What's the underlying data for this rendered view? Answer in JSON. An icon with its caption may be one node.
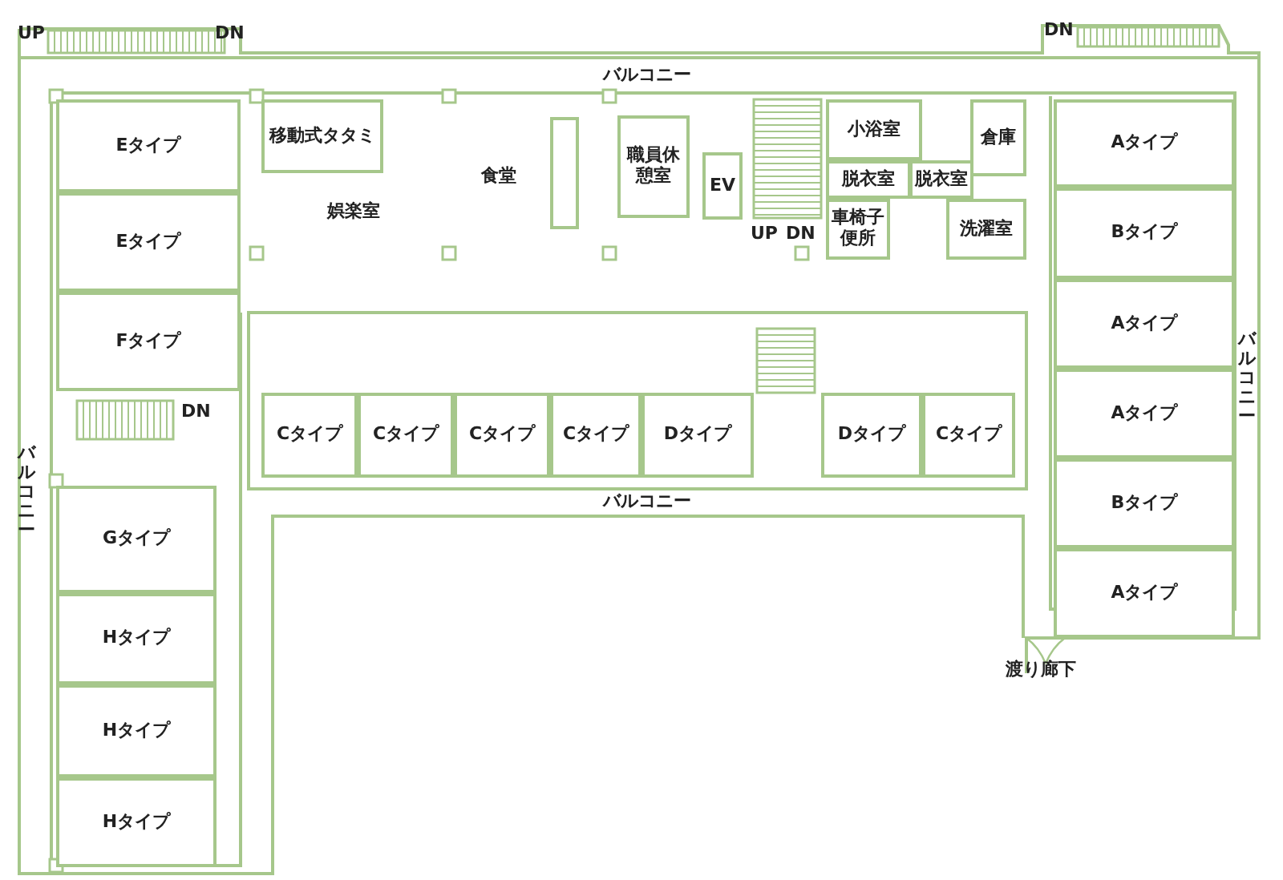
{
  "diagram": {
    "nodes": [
      {
        "text": [
          "移動式タタミ"
        ]
      },
      {
        "text": [
          "職員休憩室"
        ]
      },
      {
        "text": [
          "EV"
        ]
      },
      {
        "text": [
          "小浴室"
        ]
      },
      {
        "text": [
          "倉庫"
        ]
      },
      {
        "text": [
          "脱衣室"
        ]
      },
      {
        "text": [
          "脱衣室"
        ]
      },
      {
        "text": [
          "車椅子便所"
        ]
      },
      {
        "text": [
          "洗濯室"
        ]
      },
      {
        "text": [
          "Eタイプ"
        ]
      },
      {
        "text": [
          "Eタイプ"
        ]
      },
      {
        "text": [
          "Fタイプ"
        ]
      },
      {
        "text": [
          "Gタイプ"
        ]
      },
      {
        "text": [
          "Hタイプ"
        ]
      },
      {
        "text": [
          "Hタイプ"
        ]
      },
      {
        "text": [
          "Hタイプ"
        ]
      },
      {
        "text": [
          "Cタイプ"
        ]
      },
      {
        "text": [
          "Cタイプ"
        ]
      },
      {
        "text": [
          "Cタイプ"
        ]
      },
      {
        "text": [
          "Cタイプ"
        ]
      },
      {
        "text": [
          "Dタイプ"
        ]
      },
      {
        "text": [
          "Dタイプ"
        ]
      },
      {
        "text": [
          "Cタイプ"
        ]
      },
      {
        "text": [
          "Aタイプ"
        ]
      },
      {
        "text": [
          "Bタイプ"
        ]
      },
      {
        "text": [
          "Aタイプ"
        ]
      },
      {
        "text": [
          "Aタイプ"
        ]
      },
      {
        "text": [
          "Bタイプ"
        ]
      },
      {
        "text": [
          "Aタイプ"
        ]
      }
    ],
    "labels": [
      "UP",
      "DN",
      "DN",
      "バルコニー",
      "食堂",
      "娯楽室",
      "UP",
      "DN",
      "DN",
      "バルコニー",
      "バルコニー",
      "バルコニー",
      "渡り廊下"
    ]
  }
}
